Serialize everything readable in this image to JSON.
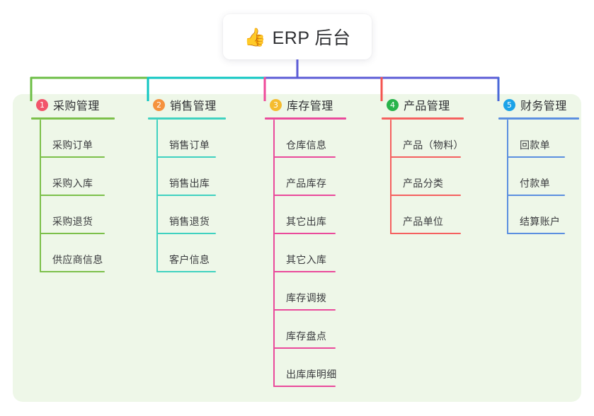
{
  "root": {
    "emoji": "👍",
    "emoji_name": "thumbs-up-emoji",
    "title": "ERP 后台"
  },
  "palette": {
    "panel_bg": "#eef7e8",
    "page_bg": "#ffffff",
    "trunk_line": "#5b5bd6",
    "text": "#2f3033"
  },
  "branch_bar": {
    "segments": [
      {
        "name": "bar-green",
        "color": "#6cbe45"
      },
      {
        "name": "bar-teal",
        "color": "#0fc6c2"
      },
      {
        "name": "bar-blue",
        "color": "#5b5bd6"
      }
    ]
  },
  "columns": [
    {
      "index": "1",
      "title": "采购管理",
      "badge_color": "#f2556b",
      "line_color": "#7cc04a",
      "drop_color": "#6cbe45",
      "items": [
        {
          "label": "采购订单"
        },
        {
          "label": "采购入库"
        },
        {
          "label": "采购退货"
        },
        {
          "label": "供应商信息"
        }
      ]
    },
    {
      "index": "2",
      "title": "销售管理",
      "badge_color": "#f5923e",
      "line_color": "#3fd2c0",
      "drop_color": "#0fc6c2",
      "items": [
        {
          "label": "销售订单"
        },
        {
          "label": "销售出库"
        },
        {
          "label": "销售退货"
        },
        {
          "label": "客户信息"
        }
      ]
    },
    {
      "index": "3",
      "title": "库存管理",
      "badge_color": "#f5bc2e",
      "line_color": "#ea4a9b",
      "drop_color": "#ef4a9a",
      "items": [
        {
          "label": "仓库信息"
        },
        {
          "label": "产品库存"
        },
        {
          "label": "其它出库"
        },
        {
          "label": "其它入库"
        },
        {
          "label": "库存调拨"
        },
        {
          "label": "库存盘点"
        },
        {
          "label": "出库库明细"
        }
      ]
    },
    {
      "index": "4",
      "title": "产品管理",
      "badge_color": "#28b34b",
      "line_color": "#f5605f",
      "drop_color": "#f4534f",
      "items": [
        {
          "label": "产品（物料）"
        },
        {
          "label": "产品分类"
        },
        {
          "label": "产品单位"
        }
      ]
    },
    {
      "index": "5",
      "title": "财务管理",
      "badge_color": "#1ba3e8",
      "line_color": "#5b8fe0",
      "drop_color": "#4a68d8",
      "items": [
        {
          "label": "回款单"
        },
        {
          "label": "付款单"
        },
        {
          "label": "结算账户"
        }
      ]
    }
  ]
}
